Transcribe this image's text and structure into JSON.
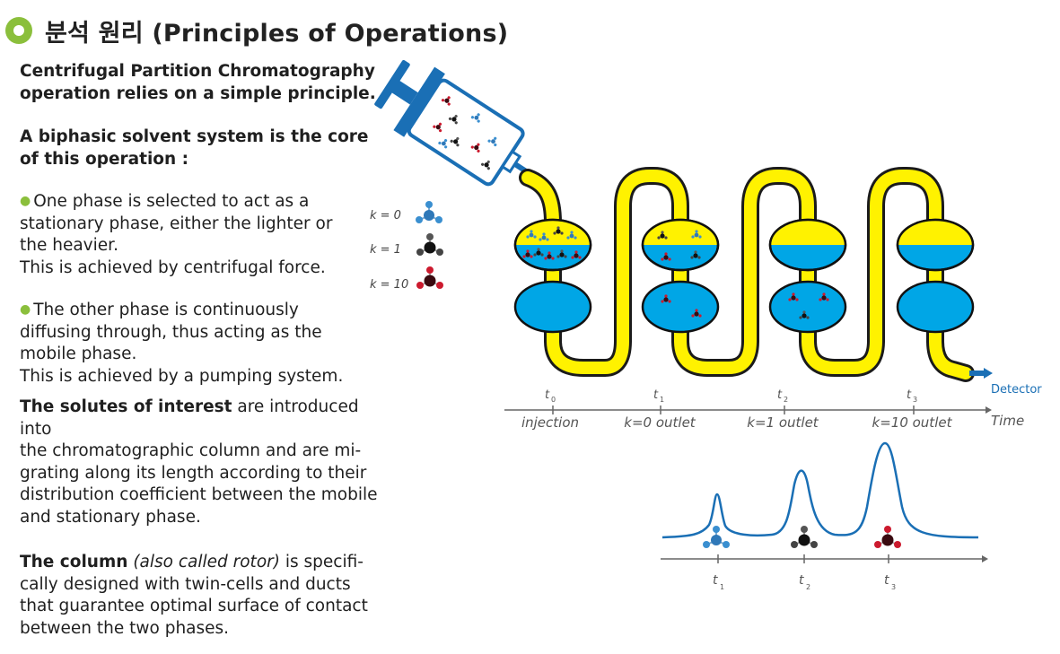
{
  "header": {
    "title": "분석 원리 (Principles of Operations)"
  },
  "text": {
    "intro_line1": "Centrifugal Partition Chromatography",
    "intro_line2": "operation relies on a simple principle.",
    "biphasic_line1": "A biphasic solvent system is the core",
    "biphasic_line2": "of this operation :",
    "phase1_line1": "One phase is selected to act as a",
    "phase1_line2": "stationary phase, either the lighter or",
    "phase1_line3": "the heavier.",
    "phase1_line4": "This is achieved by centrifugal force.",
    "phase2_line1": "The other phase is continuously",
    "phase2_line2": "diffusing through, thus acting as the",
    "phase2_line3": "mobile phase.",
    "phase2_line4": "This is achieved by a pumping system.",
    "solutes_bold": "The solutes of interest",
    "solutes_rest1": " are introduced into",
    "solutes_line2": "the chromatographic column and are mi-",
    "solutes_line3": "grating along its length according to their",
    "solutes_line4": "distribution coefficient between the mobile",
    "solutes_line5": "and stationary phase.",
    "column_bold": "The column",
    "column_italic": "(also called rotor)",
    "column_rest1": " is specifi-",
    "column_line2": "cally designed with twin-cells and ducts",
    "column_line3": "that guarantee optimal surface of contact",
    "column_line4": "between the two phases."
  },
  "legend": {
    "k0": "k = 0",
    "k1": "k = 1",
    "k10": "k = 10"
  },
  "timeline": {
    "t0": "t",
    "t0_sub": "0",
    "t1": "t",
    "t1_sub": "1",
    "t2": "t",
    "t2_sub": "2",
    "t3": "t",
    "t3_sub": "3",
    "injection": "injection",
    "k0_outlet": "k=0 outlet",
    "k1_outlet": "k=1 outlet",
    "k10_outlet": "k=10 outlet",
    "time": "Time",
    "detector": "Detector"
  },
  "peaks": {
    "t1": "t",
    "t1_sub": "1",
    "t2": "t",
    "t2_sub": "2",
    "t3": "t",
    "t3_sub": "3"
  },
  "colors": {
    "accent_green": "#8bbf3c",
    "yellow_phase": "#fff200",
    "blue_phase": "#00a6e6",
    "line_blue": "#1a6fb5",
    "solute_k0": "#3a8fd0",
    "solute_k1": "#111111",
    "solute_k10": "#cc1a2e"
  }
}
